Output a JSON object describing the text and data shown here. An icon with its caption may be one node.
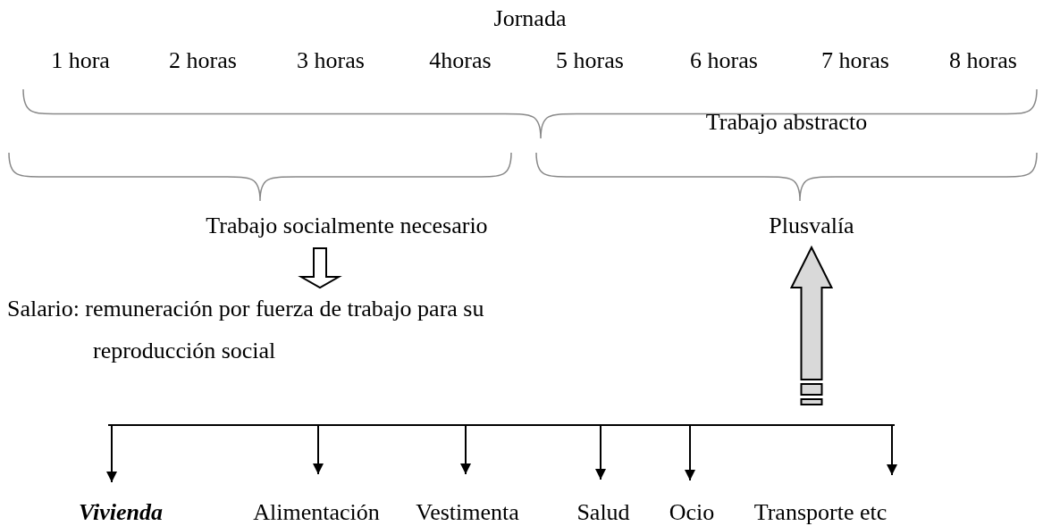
{
  "diagram": {
    "title": "Jornada",
    "nodes": [
      {
        "text": [
          "Trabajo socialmente necesario"
        ]
      },
      {
        "text": [
          "Plusvalía"
        ]
      },
      {
        "text": [
          "Salario: remuneración por fuerza de trabajo para su reproducción social"
        ]
      },
      {
        "text": [
          "Vivienda"
        ]
      },
      {
        "text": [
          "Alimentación"
        ]
      },
      {
        "text": [
          "Vestimenta"
        ]
      },
      {
        "text": [
          "Salud"
        ]
      },
      {
        "text": [
          "Ocio"
        ]
      },
      {
        "text": [
          "Transporte etc"
        ]
      }
    ],
    "edges": [
      {
        "from": 0,
        "to": 2,
        "arrow": "to",
        "style": "thick"
      },
      {
        "from": null,
        "to": 1,
        "arrow": "to",
        "style": "thick",
        "color": "#d9d9d9"
      },
      {
        "from": null,
        "to": 3,
        "arrow": "to"
      },
      {
        "from": null,
        "to": 4,
        "arrow": "to"
      },
      {
        "from": null,
        "to": 5,
        "arrow": "to"
      },
      {
        "from": null,
        "to": 6,
        "arrow": "to"
      },
      {
        "from": null,
        "to": 7,
        "arrow": "to"
      },
      {
        "from": null,
        "to": 8,
        "arrow": "to"
      }
    ],
    "labels": [
      "1 hora",
      "2 horas",
      "3 horas",
      "4horas",
      "5 horas",
      "6 horas",
      "7 horas",
      "8 horas",
      "Trabajo abstracto"
    ]
  }
}
